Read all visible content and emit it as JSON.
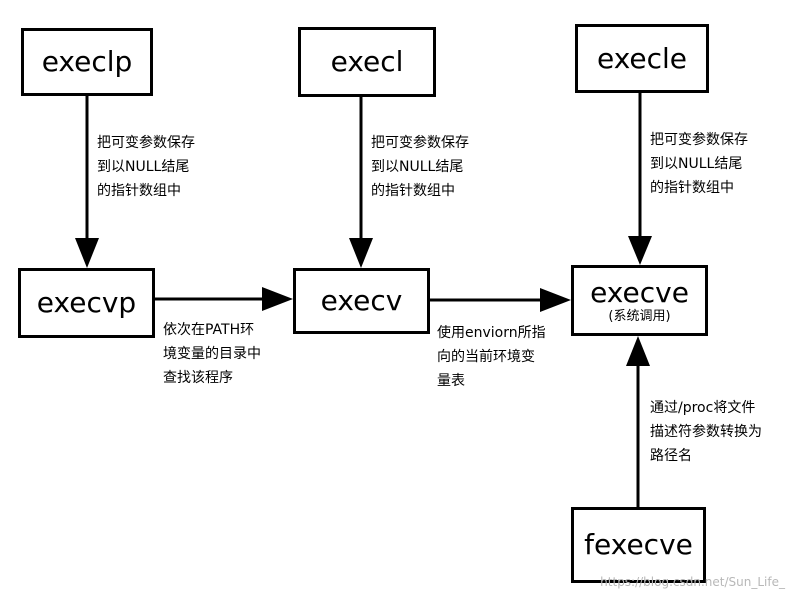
{
  "boxes": {
    "execlp": {
      "label": "execlp"
    },
    "execl": {
      "label": "execl"
    },
    "execle": {
      "label": "execle"
    },
    "execvp": {
      "label": "execvp"
    },
    "execv": {
      "label": "execv"
    },
    "execve": {
      "label": "execve",
      "sublabel": "(系统调用)"
    },
    "fexecve": {
      "label": "fexecve"
    }
  },
  "notes": {
    "execlp_to_execvp": [
      "把可变参数保存",
      "到以NULL结尾",
      "的指针数组中"
    ],
    "execl_to_execv": [
      "把可变参数保存",
      "到以NULL结尾",
      "的指针数组中"
    ],
    "execle_to_execve": [
      "把可变参数保存",
      "到以NULL结尾",
      "的指针数组中"
    ],
    "execvp_to_execv": [
      "依次在PATH环",
      "境变量的目录中",
      "查找该程序"
    ],
    "execv_to_execve": [
      "使用enviorn所指",
      "向的当前环境变",
      "量表"
    ],
    "fexecve_to_execve": [
      "通过/proc将文件",
      "描述符参数转换为",
      "路径名"
    ]
  },
  "watermark": "https://blog.csdn.net/Sun_Life_",
  "colors": {
    "line": "#000000",
    "background": "#ffffff",
    "watermark": "#b8b8b8"
  }
}
